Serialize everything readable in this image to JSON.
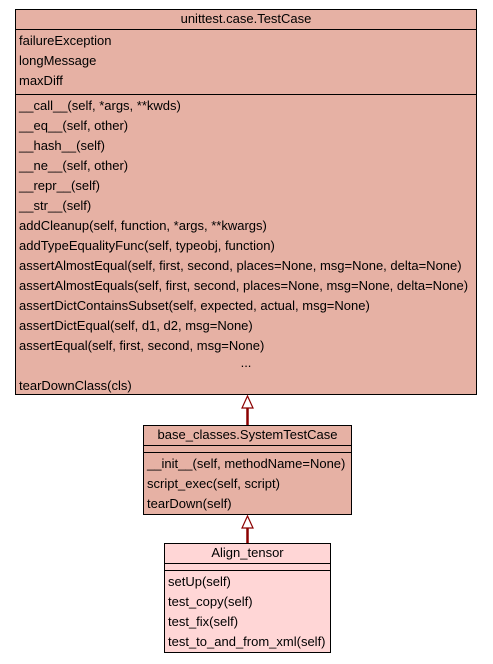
{
  "classes": {
    "testcase": {
      "name": "unittest.case.TestCase",
      "attributes": [
        "failureException",
        "longMessage",
        "maxDiff"
      ],
      "methods": [
        "__call__(self, *args, **kwds)",
        "__eq__(self, other)",
        "__hash__(self)",
        "__ne__(self, other)",
        "__repr__(self)",
        "__str__(self)",
        "addCleanup(self, function, *args, **kwargs)",
        "addTypeEqualityFunc(self, typeobj, function)",
        "assertAlmostEqual(self, first, second, places=None, msg=None, delta=None)",
        "assertAlmostEquals(self, first, second, places=None, msg=None, delta=None)",
        "assertDictContainsSubset(self, expected, actual, msg=None)",
        "assertDictEqual(self, d1, d2, msg=None)",
        "assertEqual(self, first, second, msg=None)"
      ],
      "ellipsis": "...",
      "last_method": "tearDownClass(cls)"
    },
    "systemtestcase": {
      "name": "base_classes.SystemTestCase",
      "methods": [
        "__init__(self, methodName=None)",
        "script_exec(self, script)",
        "tearDown(self)"
      ]
    },
    "align_tensor": {
      "name": "Align_tensor",
      "methods": [
        "setUp(self)",
        "test_copy(self)",
        "test_fix(self)",
        "test_to_and_from_xml(self)"
      ]
    }
  },
  "colors": {
    "base_class_fill": "#e6b1a4",
    "focus_class_fill": "#ffd6d6",
    "inheritance_arrow": "#8b0000"
  }
}
